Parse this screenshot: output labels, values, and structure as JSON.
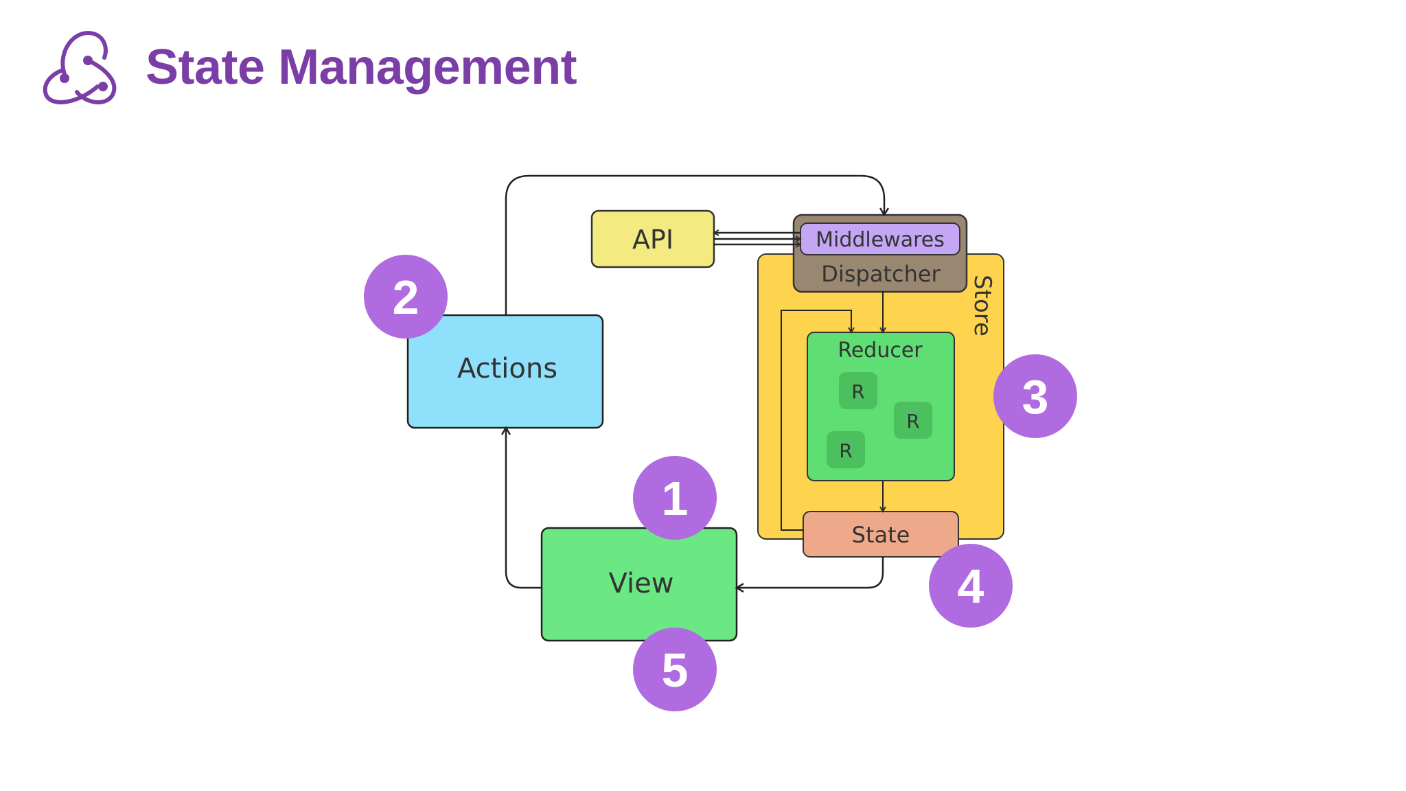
{
  "slide": {
    "title": "State Management"
  },
  "diagram": {
    "actions": "Actions",
    "api": "API",
    "middlewares": "Middlewares",
    "dispatcher": "Dispatcher",
    "store": "Store",
    "reducer": "Reducer",
    "reducer_items": [
      "R",
      "R",
      "R"
    ],
    "state": "State",
    "view": "View"
  },
  "badges": [
    "1",
    "2",
    "3",
    "4",
    "5"
  ],
  "colors": {
    "title": "#7b3ea6",
    "badge": "#b06be0",
    "actions": "#8fe0fb",
    "api": "#f3ea82",
    "dispatcher": "#9a8771",
    "middlewares": "#c4a6f5",
    "store": "#fed44e",
    "reducer": "#5fde73",
    "reducer_item": "#4cc05f",
    "state": "#eea98b",
    "view": "#6be783"
  }
}
